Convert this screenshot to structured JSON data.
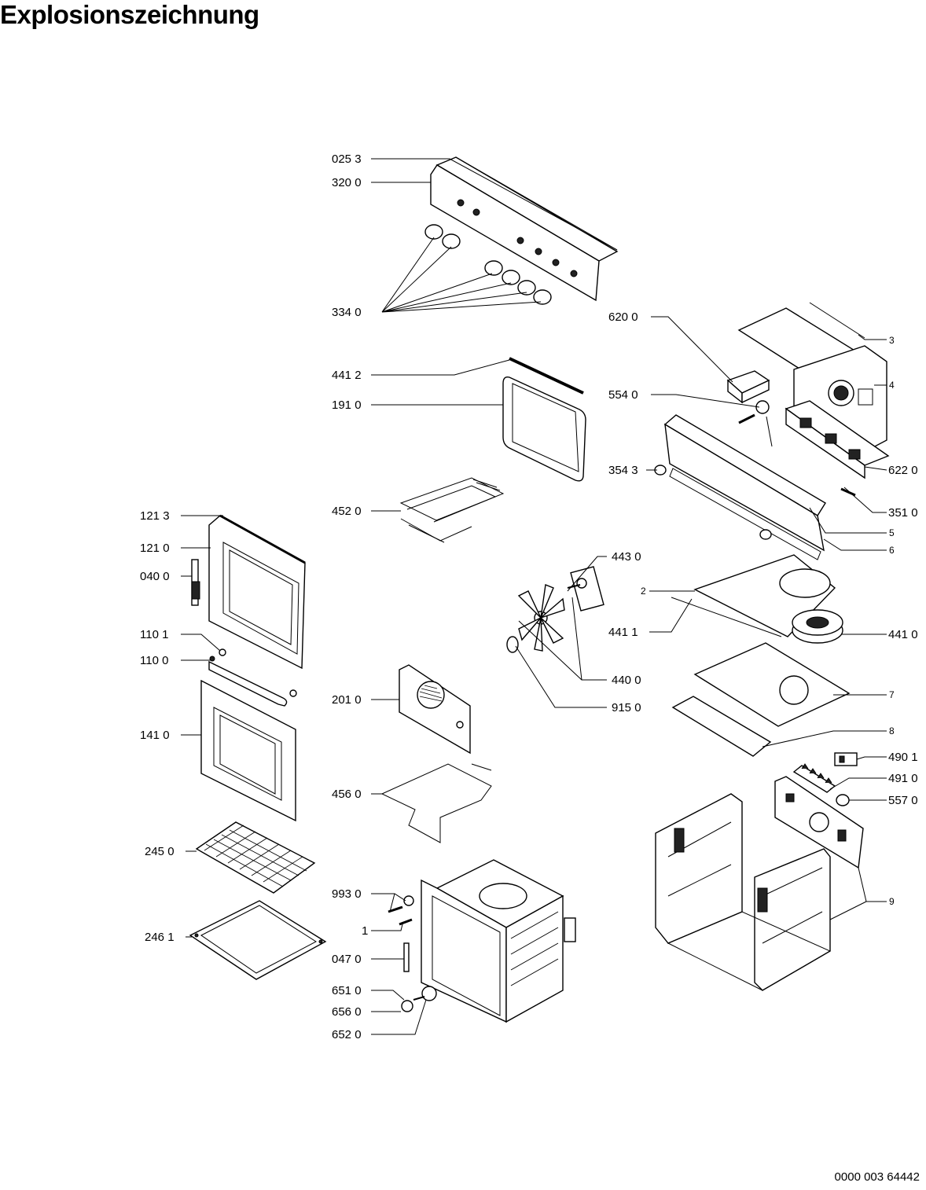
{
  "title": "Explosionszeichnung",
  "document_number": "0000 003 64442",
  "callouts": {
    "c0253": "025 3",
    "c3200": "320 0",
    "c3340": "334 0",
    "c4412": "441 2",
    "c1910": "191 0",
    "c4520": "452 0",
    "c6200": "620 0",
    "c5540": "554 0",
    "c3543": "354 3",
    "c6220": "622 0",
    "c3510": "351 0",
    "c3": "3",
    "c4": "4",
    "c5": "5",
    "c6": "6",
    "c1213": "121 3",
    "c1210": "121 0",
    "c0400": "040 0",
    "c1101": "110 1",
    "c1100": "110 0",
    "c1410": "141 0",
    "c2450": "245 0",
    "c2461": "246 1",
    "c4430": "443 0",
    "c2": "2",
    "c4411": "441 1",
    "c4410": "441 0",
    "c4400": "440 0",
    "c9150": "915 0",
    "c2010": "201 0",
    "c7": "7",
    "c8": "8",
    "c4901": "490 1",
    "c4910": "491 0",
    "c5570": "557 0",
    "c4560": "456 0",
    "c9930": "993 0",
    "c1": "1",
    "c0470": "047 0",
    "c6510": "651 0",
    "c6560": "656 0",
    "c6520": "652 0",
    "c9": "9"
  }
}
